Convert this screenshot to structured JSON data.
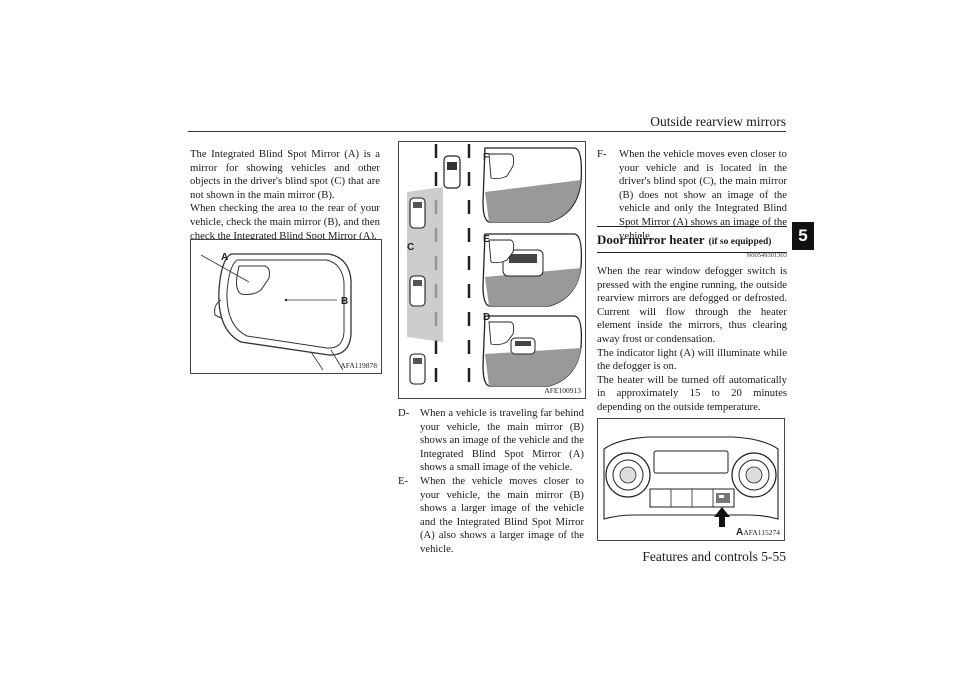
{
  "header": {
    "title": "Outside rearview mirrors"
  },
  "chapter_tab": "5",
  "footer": {
    "text": "Features and controls    5-55"
  },
  "column1": {
    "paragraphs": [
      "The Integrated Blind Spot Mirror (A) is a mirror for showing vehicles and other objects in the driver's blind spot (C) that are not shown in the main mirror (B).",
      "When checking the area to the rear of your vehicle, check the main mirror (B), and then check the Integrated Blind Spot Mirror (A)."
    ],
    "figure": {
      "code": "AFA119878",
      "label_a": "A",
      "label_b": "B"
    }
  },
  "column2": {
    "figure": {
      "code": "AFE100913",
      "label_c": "C",
      "label_d": "D",
      "label_e": "E",
      "label_f": "F"
    },
    "items": [
      {
        "tag": "D-",
        "text": "When a vehicle is traveling far behind your vehicle, the main mirror (B) shows an image of the vehicle and the Integrated Blind Spot Mirror (A) shows a small image of the vehicle."
      },
      {
        "tag": "E-",
        "text": "When the vehicle moves closer to your vehicle, the main mirror (B) shows a larger image of the vehicle and the Integrated Blind Spot Mirror (A) also shows a larger image of the vehicle."
      }
    ]
  },
  "column3": {
    "items": [
      {
        "tag": "F-",
        "text": "When the vehicle moves even closer to your vehicle and is located in the driver's blind spot (C), the main mirror (B) does not show an image of the vehicle and only the Integrated Blind Spot Mirror (A) shows an image of the vehicle."
      }
    ],
    "section": {
      "title": "Door mirror heater",
      "subtitle": "(if so equipped)",
      "code": "N00549301303"
    },
    "paragraphs": [
      "When the rear window defogger switch is pressed with the engine running, the outside rearview mirrors are defogged or defrosted. Current will flow through the heater element inside the mirrors, thus clearing away frost or condensation.",
      "The indicator light (A) will illuminate while the defogger is on.",
      "The heater will be turned off automatically in approximately 15 to 20 minutes depending on the outside temperature."
    ],
    "figure": {
      "code": "AFA115274",
      "label_a": "A"
    }
  }
}
